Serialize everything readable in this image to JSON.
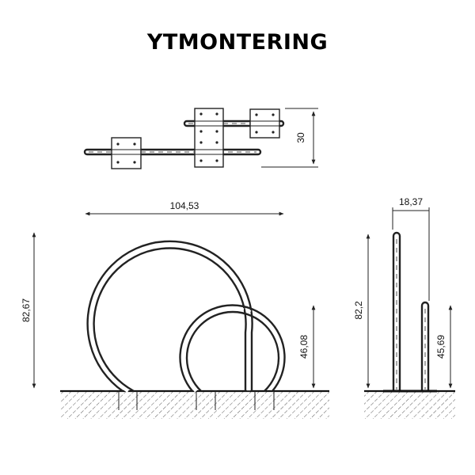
{
  "title": "YTMONTERING",
  "dimensions": {
    "top_height": "30",
    "front_width": "104,53",
    "front_height": "82,67",
    "small_loop_height": "46,08",
    "side_depth": "18,37",
    "side_height": "82,2",
    "side_short_height": "45,69"
  },
  "colors": {
    "line": "#222222",
    "background": "#ffffff"
  }
}
